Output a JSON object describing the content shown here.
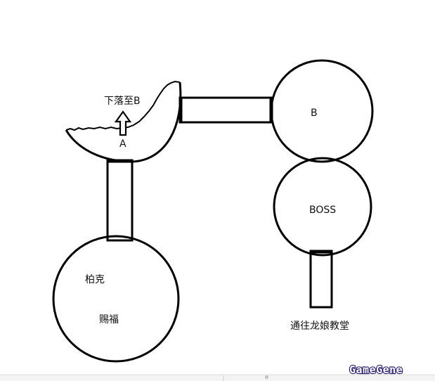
{
  "diagram": {
    "labels": {
      "fall_to_b": "下落至B",
      "point_a": "A",
      "room_b": "B",
      "boss": "BOSS",
      "start_room_name": "柏克",
      "start_room_sub": "赐福",
      "to_church": "通往龙娘教堂"
    },
    "watermark": "GameGene"
  }
}
